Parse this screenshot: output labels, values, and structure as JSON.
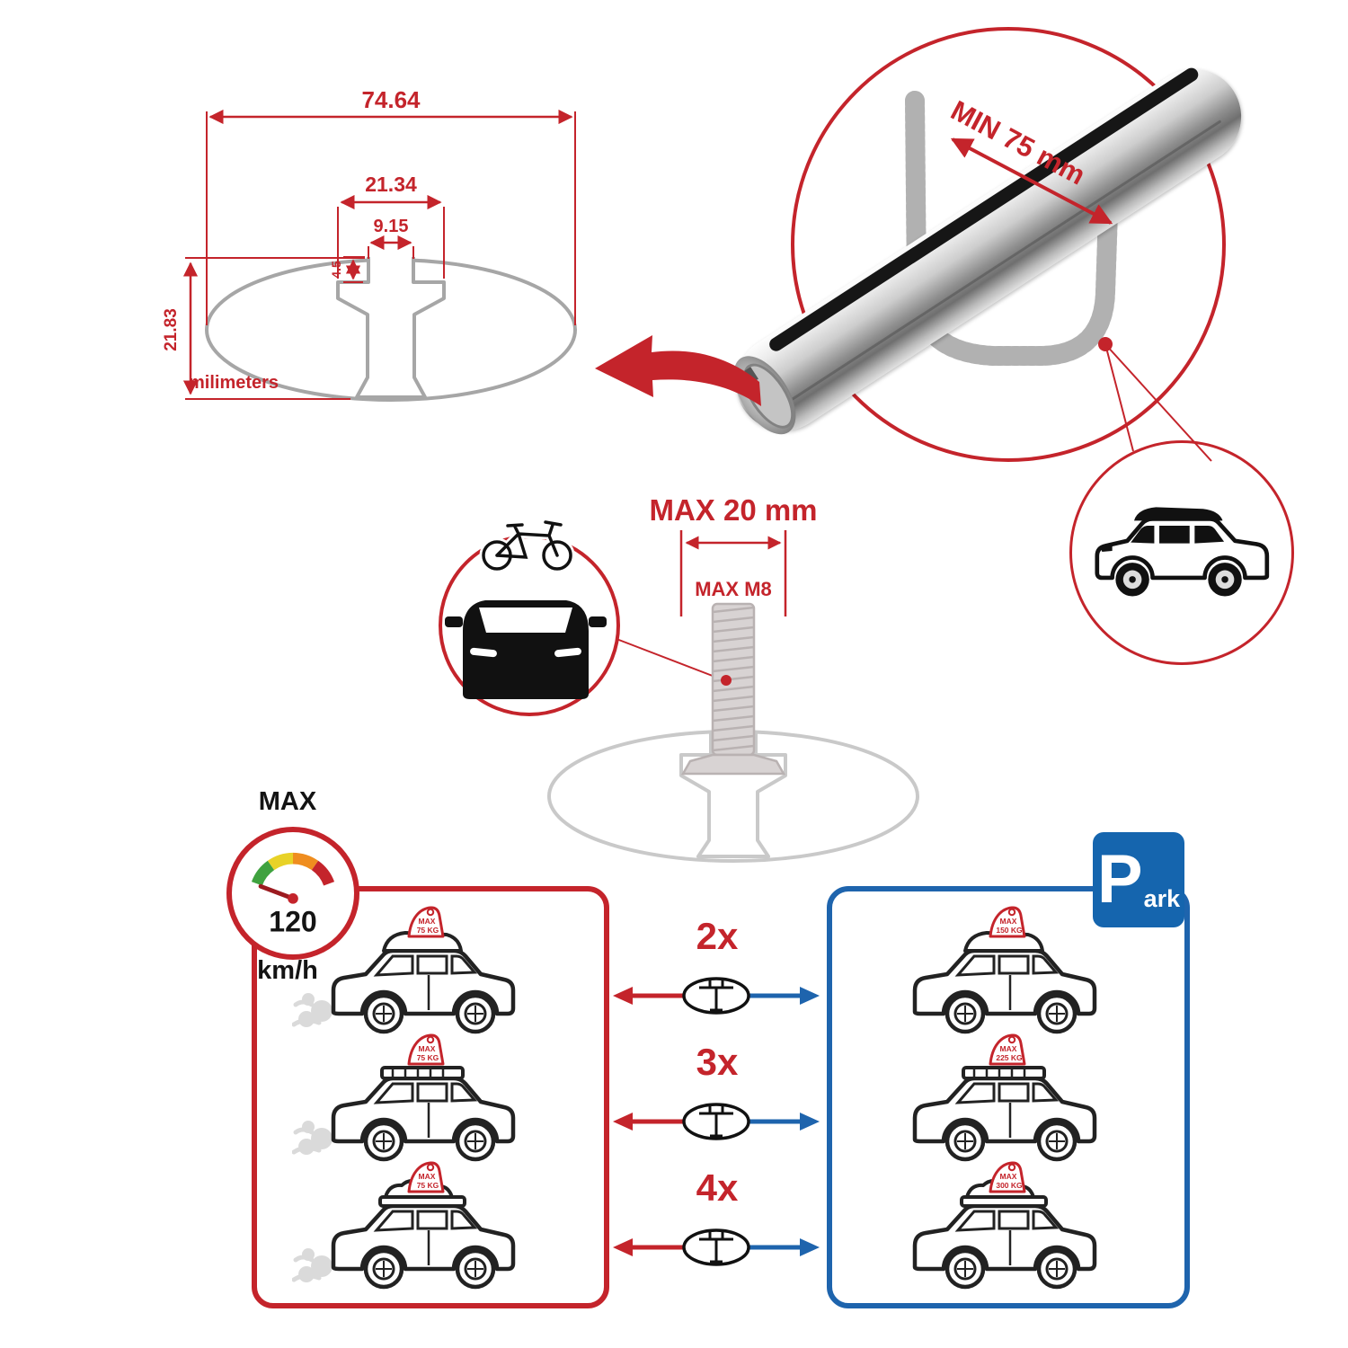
{
  "colors": {
    "red": "#c4242b",
    "blue": "#1e64ad",
    "parking_blue": "#1565ae",
    "gray": "#c9c9c9",
    "black": "#141414"
  },
  "icons": [
    "speedometer-icon",
    "parking-sign-icon",
    "bicycle-icon",
    "car-front-icon",
    "suv-roof-box-icon",
    "crossbar-profile-icon",
    "u-bolt-bracket-icon",
    "smoke-puffs-icon"
  ],
  "dimensions": {
    "total_width": "74.64",
    "channel_width": "21.34",
    "slot_width": "9.15",
    "slot_depth": "4.5",
    "total_height": "21.83",
    "unit": "milimeters"
  },
  "bar_detail": {
    "min_span": "MIN 75 mm"
  },
  "bolt": {
    "max_width": "MAX 20 mm",
    "max_thread": "MAX M8"
  },
  "speed": {
    "title": "MAX",
    "value": "120",
    "unit": "km/h"
  },
  "parking": {
    "letter": "P",
    "rest": "ark"
  },
  "rows": {
    "quantities": [
      "2x",
      "3x",
      "4x"
    ],
    "driving": [
      {
        "label": "MAX",
        "value": "75 KG"
      },
      {
        "label": "MAX",
        "value": "75 KG"
      },
      {
        "label": "MAX",
        "value": "75 KG"
      }
    ],
    "parked": [
      {
        "label": "MAX",
        "value": "150 KG"
      },
      {
        "label": "MAX",
        "value": "225 KG"
      },
      {
        "label": "MAX",
        "value": "300 KG"
      }
    ]
  }
}
